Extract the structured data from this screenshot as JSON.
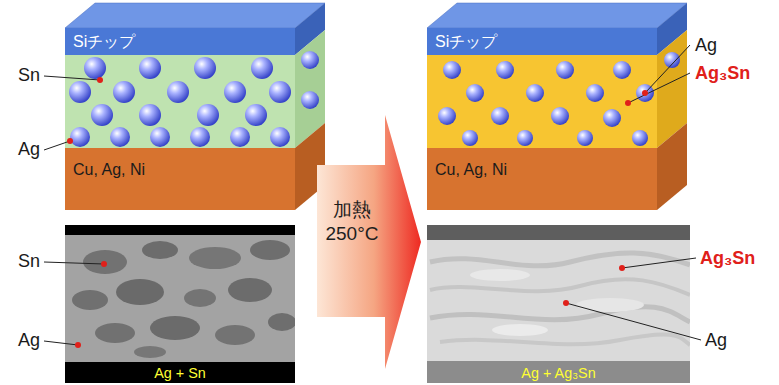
{
  "diagram": {
    "nodes": [
      {
        "text": [
          "Siチップ"
        ]
      },
      {
        "text": [
          "Cu, Ag, Ni"
        ]
      },
      {
        "text": [
          "Ag + Sn"
        ]
      },
      {
        "text": [
          "加熱 250°C"
        ]
      },
      {
        "text": [
          "Siチップ"
        ]
      },
      {
        "text": [
          "Cu, Ag, Ni"
        ]
      },
      {
        "text": [
          "Ag + Ag₃Sn"
        ]
      }
    ],
    "labels": [
      "Sn",
      "Ag",
      "Sn",
      "Ag",
      "Ag",
      "Ag₃Sn",
      "Ag₃Sn",
      "Ag"
    ]
  }
}
